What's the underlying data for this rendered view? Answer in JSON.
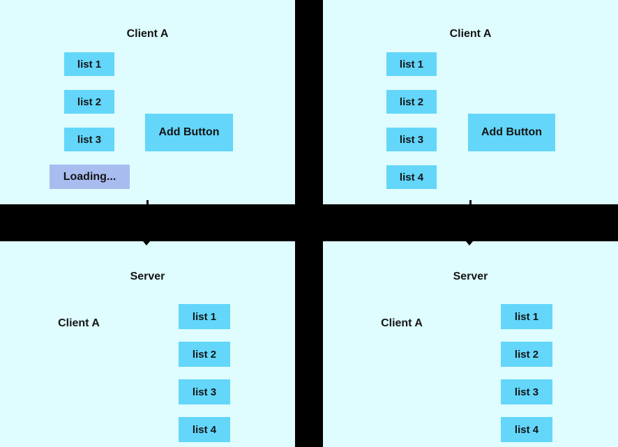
{
  "colors": {
    "background": "#dffcff",
    "list_box": "#63d6fa",
    "loading_box": "#a9bcf0",
    "divider": "#000000",
    "text": "#141414"
  },
  "top_left_client": {
    "title": "Client A",
    "items": [
      "list 1",
      "list 2",
      "list 3"
    ],
    "loading_label": "Loading...",
    "add_button_label": "Add Button"
  },
  "top_right_client": {
    "title": "Client A",
    "items": [
      "list 1",
      "list 2",
      "list 3",
      "list 4"
    ],
    "add_button_label": "Add Button"
  },
  "bottom_left_server": {
    "title": "Server",
    "client_label": "Client A",
    "items": [
      "list 1",
      "list 2",
      "list 3",
      "list 4"
    ]
  },
  "bottom_right_server": {
    "title": "Server",
    "client_label": "Client A",
    "items": [
      "list 1",
      "list 2",
      "list 3",
      "list 4"
    ]
  }
}
